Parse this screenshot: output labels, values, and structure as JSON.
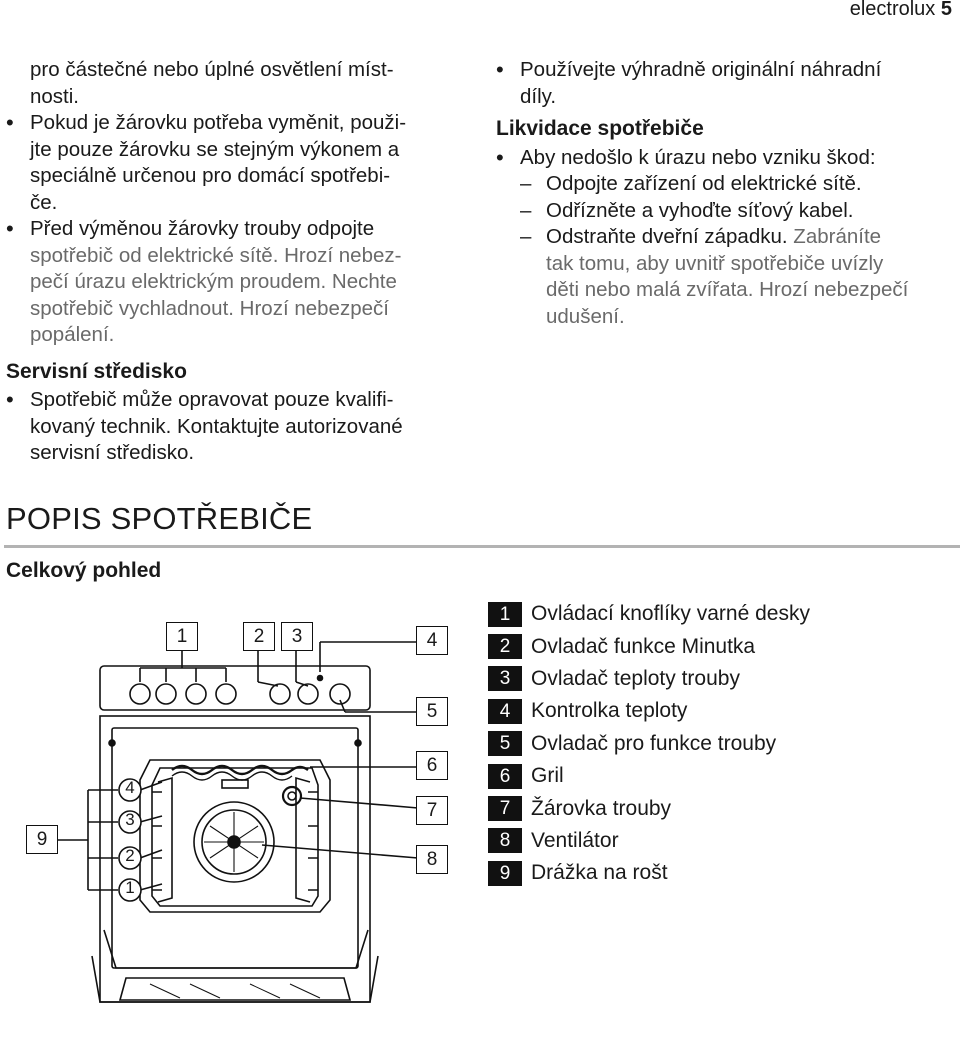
{
  "header": {
    "brand": "electrolux",
    "page": "5"
  },
  "left": {
    "cont": [
      "pro částečné nebo úplné osvětlení míst-",
      "nosti."
    ],
    "b1": [
      "Pokud je žárovku potřeba vyměnit, použi-",
      "jte pouze žárovku se stejným výkonem a",
      "speciálně určenou pro domácí spotřebi-",
      "če."
    ],
    "b2_black": "Před výměnou žárovky trouby odpojte",
    "b2_gray": [
      "spotřebič od elektrické sítě. Hrozí nebez-",
      "pečí úrazu elektrickým proudem. Nechte",
      "spotřebič vychladnout. Hrozí nebezpečí",
      "popálení."
    ],
    "service_title": "Servisní středisko",
    "b3": [
      "Spotřebič může opravovat pouze kvalifi-",
      "kovaný technik. Kontaktujte autorizované",
      "servisní středisko."
    ]
  },
  "right": {
    "b1": [
      "Používejte výhradně originální náhradní",
      "díly."
    ],
    "disposal_title": "Likvidace spotřebiče",
    "b2": "Aby nedošlo k úrazu nebo vzniku škod:",
    "d1": "Odpojte zařízení od elektrické sítě.",
    "d2": "Odřízněte a vyhoďte síťový kabel.",
    "d3_black": "Odstraňte dveřní západku.",
    "d3_gray": [
      "Zabráníte",
      "tak tomu, aby uvnitř spotřebiče uvízly",
      "děti nebo malá zvířata. Hrozí nebezpečí",
      "udušení."
    ]
  },
  "section": {
    "title": "POPIS SPOTŘEBIČE",
    "subtitle": "Celkový pohled"
  },
  "legend": [
    {
      "n": "1",
      "t": "Ovládací knoflíky varné desky"
    },
    {
      "n": "2",
      "t": "Ovladač funkce Minutka"
    },
    {
      "n": "3",
      "t": "Ovladač teploty trouby"
    },
    {
      "n": "4",
      "t": "Kontrolka teploty"
    },
    {
      "n": "5",
      "t": "Ovladač pro funkce trouby"
    },
    {
      "n": "6",
      "t": "Gril"
    },
    {
      "n": "7",
      "t": "Žárovka trouby"
    },
    {
      "n": "8",
      "t": "Ventilátor"
    },
    {
      "n": "9",
      "t": "Drážka na rošt"
    }
  ],
  "diagram": {
    "callouts": [
      "1",
      "2",
      "3",
      "4",
      "5",
      "6",
      "7",
      "8",
      "9"
    ],
    "levels": [
      "4",
      "3",
      "2",
      "1"
    ]
  }
}
